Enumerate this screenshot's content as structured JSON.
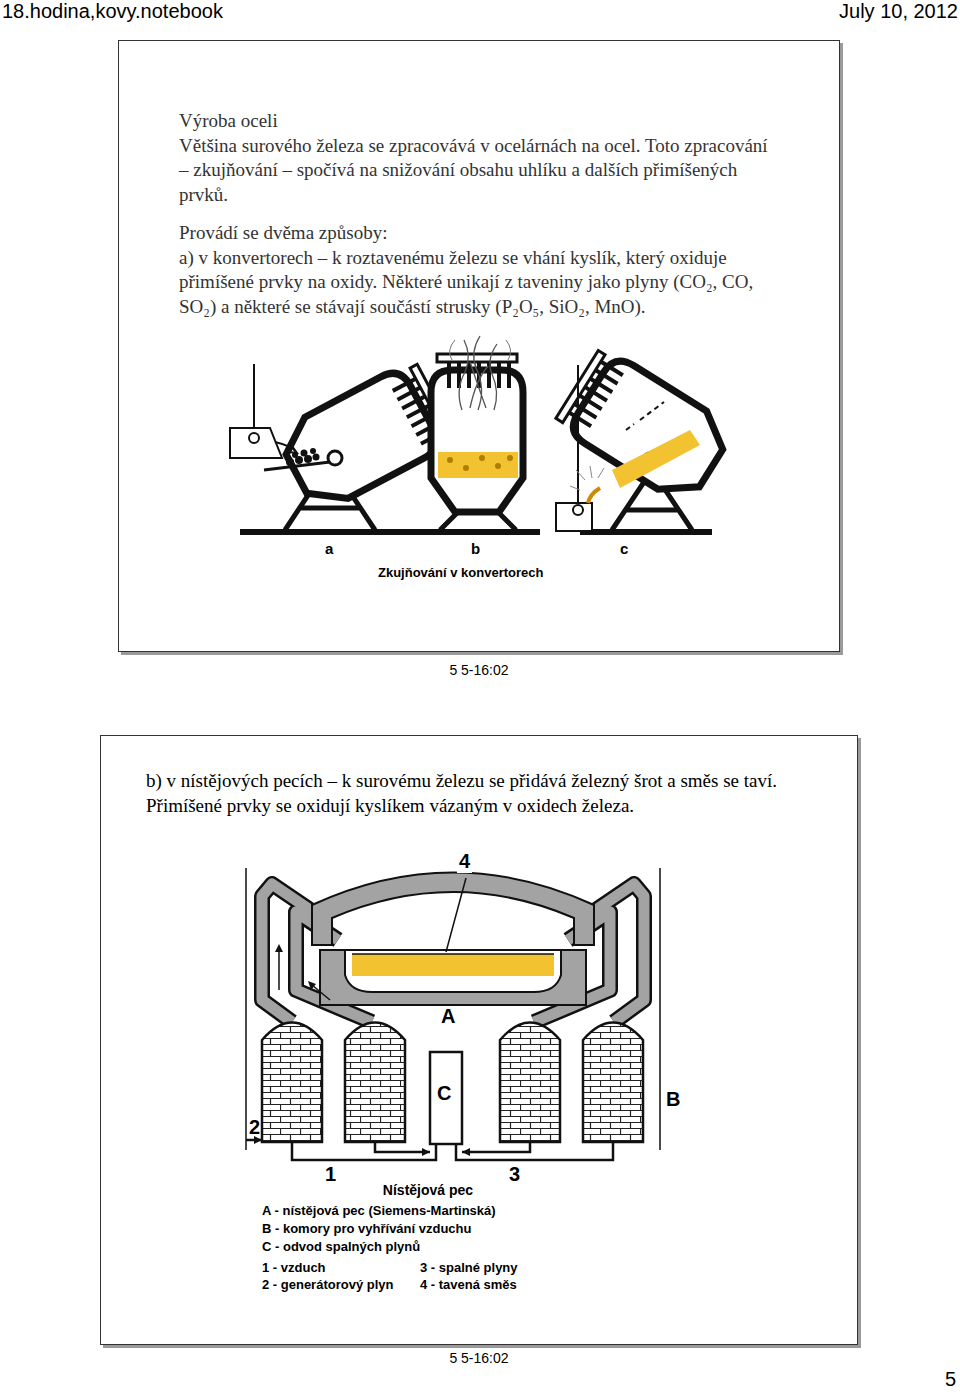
{
  "diagram": {
    "nodes": [
      {
        "text": [
          "Výroba oceli",
          "Většina surového železa se zpracovává v ocelárnách na ocel. Toto zpracování – zkujňování – spočívá na snižování obsahu uhlíku a dalších přimíšených prvků.",
          "Provádí se dvěma způsoby:",
          "a) v konvertorech – k roztavenému železu se vhání kyslík, který oxiduje přimíšené prvky na oxidy. Některé unikají z taveniny jako plyny (CO₂, CO, SO₂) a některé se stávají součástí strusky (P₂O₅, SiO₂, MnO)."
        ]
      },
      {
        "text": [
          "b) v nístějových pecích – k surovému železu se přidává železný šrot a směs se taví. Přimíšené prvky se oxidují kyslíkem vázaným v oxidech železa."
        ]
      }
    ],
    "labels": [
      "18.hodina,kovy.notebook",
      "July 10, 2012",
      "a",
      "b",
      "c",
      "Zkujňování v konvertorech",
      "5 5-16:02",
      "4",
      "A",
      "C",
      "B",
      "2",
      "1",
      "3",
      "Nístějová pec",
      "A - nístějová pec (Siemens-Martinská)",
      "B - komory pro vyhřívání vzduchu",
      "C - odvod spalných plynů",
      "1 - vzduch",
      "3 - spalné plyny",
      "2 - generátorový plyn",
      "4 - tavená směs",
      "5 5-16:02",
      "5"
    ]
  }
}
